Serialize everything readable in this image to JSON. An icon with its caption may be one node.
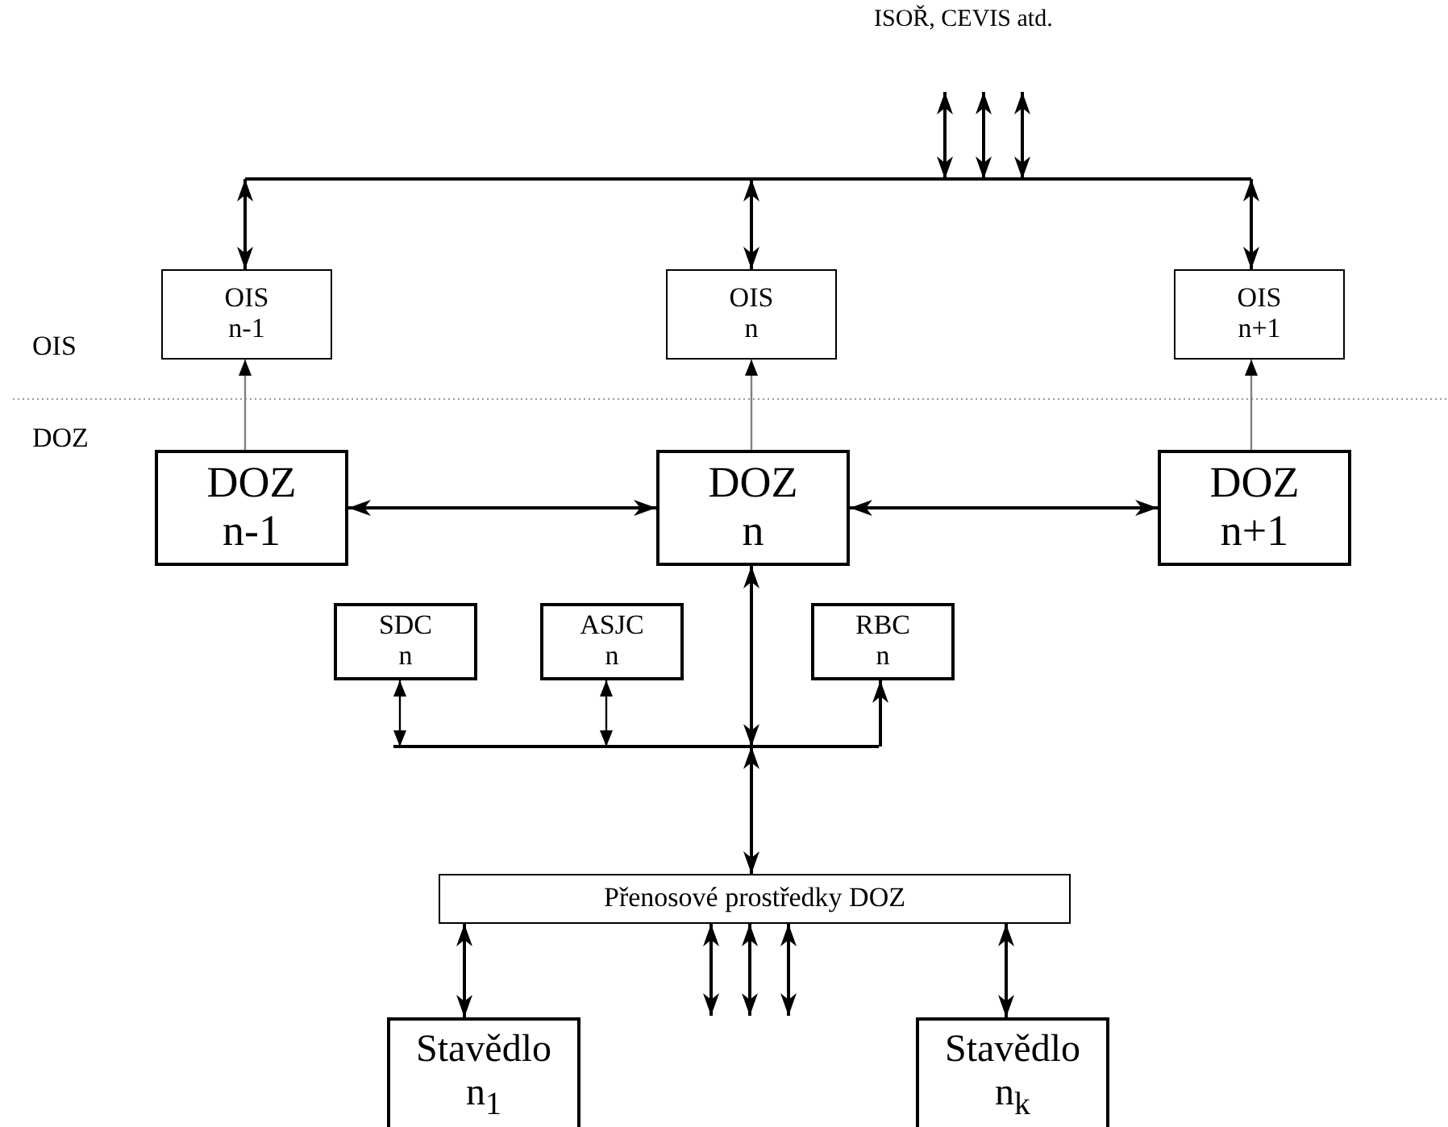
{
  "diagram": {
    "nodes": [
      {
        "text": [],
        "shape": "bar"
      },
      {
        "text": [
          "OIS",
          "n-1"
        ]
      },
      {
        "text": [
          "OIS",
          "n"
        ]
      },
      {
        "text": [
          "OIS",
          "n+1"
        ]
      },
      {
        "text": [
          "DOZ",
          "n-1"
        ]
      },
      {
        "text": [
          "DOZ",
          "n"
        ]
      },
      {
        "text": [
          "DOZ",
          "n+1"
        ]
      },
      {
        "text": [
          "SDC",
          "n"
        ]
      },
      {
        "text": [
          "ASJC",
          "n"
        ]
      },
      {
        "text": [
          "RBC",
          "n"
        ]
      },
      {
        "text": [],
        "shape": "bar"
      },
      {
        "text": [
          "Přenosové prostředky DOZ"
        ]
      },
      {
        "text": [
          "Stavědlo",
          "n$_{1}$"
        ]
      },
      {
        "text": [
          "Stavědlo",
          "n$_{k}$"
        ]
      }
    ],
    "edges": [
      {
        "from": null,
        "to": 0,
        "arrow": "both"
      },
      {
        "from": null,
        "to": 0,
        "arrow": "both"
      },
      {
        "from": null,
        "to": 0,
        "arrow": "both"
      },
      {
        "from": 0,
        "to": 1,
        "arrow": "both"
      },
      {
        "from": 0,
        "to": 2,
        "arrow": "both"
      },
      {
        "from": 0,
        "to": 3,
        "arrow": "both"
      },
      {
        "from": 4,
        "to": 1,
        "arrow": "to",
        "color": "#808080"
      },
      {
        "from": 5,
        "to": 2,
        "arrow": "to",
        "color": "#808080"
      },
      {
        "from": 6,
        "to": 3,
        "arrow": "to",
        "color": "#808080"
      },
      {
        "from": 4,
        "to": 5,
        "arrow": "both"
      },
      {
        "from": 5,
        "to": 6,
        "arrow": "both"
      },
      {
        "from": 5,
        "to": 10,
        "arrow": "both"
      },
      {
        "from": 10,
        "to": 7,
        "arrow": "both"
      },
      {
        "from": 10,
        "to": 8,
        "arrow": "both"
      },
      {
        "from": 10,
        "to": 9,
        "arrow": "to"
      },
      {
        "from": 10,
        "to": 11,
        "arrow": "both"
      },
      {
        "from": 11,
        "to": 12,
        "arrow": "both"
      },
      {
        "from": 11,
        "to": 13,
        "arrow": "both"
      },
      {
        "from": 11,
        "to": null,
        "arrow": "both"
      },
      {
        "from": 11,
        "to": null,
        "arrow": "both"
      },
      {
        "from": 11,
        "to": null,
        "arrow": "both"
      }
    ],
    "labels": [
      "ISOŘ, CEVIS atd.",
      "OIS",
      "DOZ"
    ]
  }
}
